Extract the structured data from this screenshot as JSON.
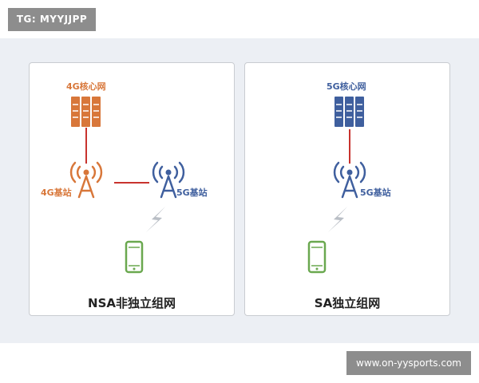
{
  "watermark_top": "TG: MYYJJPP",
  "watermark_bottom": "www.on-yysports.com",
  "colors": {
    "orange": "#d8773a",
    "blue": "#3f5f9e",
    "link_red": "#c8332e",
    "phone_green": "#6aa84f",
    "signal_gray": "#b9bec5"
  },
  "nsa": {
    "title": "NSA非独立组网",
    "core_label": "4G核心网",
    "station_4g_label": "4G基站",
    "station_5g_label": "5G基站"
  },
  "sa": {
    "title": "SA独立组网",
    "core_label": "5G核心网",
    "station_5g_label": "5G基站"
  }
}
